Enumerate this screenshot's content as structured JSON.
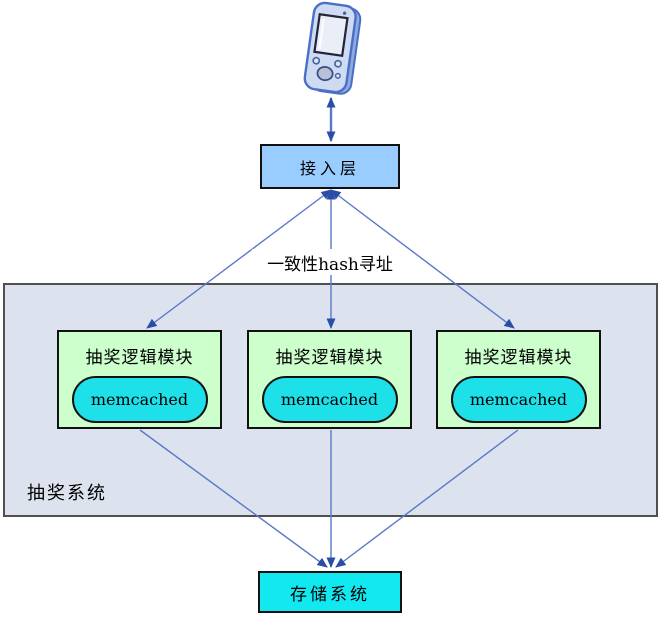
{
  "colors": {
    "access_fill": "#99ccff",
    "module_fill": "#ccffcc",
    "cache_fill": "#1ee0e9",
    "storage_fill": "#12e8f0",
    "container_fill": "#dde3ee",
    "container_border": "#4f4f4f",
    "box_border": "#111111",
    "arrow_stroke": "#5b78c8",
    "arrow_head": "#2a4da8",
    "device_blue": "#4a6fc8"
  },
  "client": {
    "icon": "pda-handheld-icon"
  },
  "access_layer": {
    "label": "接入层"
  },
  "routing_label": "一致性hash寻址",
  "lottery_system": {
    "label": "抽奖系统",
    "modules": [
      {
        "label": "抽奖逻辑模块",
        "cache": "memcached"
      },
      {
        "label": "抽奖逻辑模块",
        "cache": "memcached"
      },
      {
        "label": "抽奖逻辑模块",
        "cache": "memcached"
      }
    ]
  },
  "storage": {
    "label": "存储系统"
  },
  "connections": [
    {
      "from": "mobile-client",
      "to": "access-layer",
      "bidirectional": true
    },
    {
      "from": "access-layer",
      "to": "lottery-module-1",
      "bidirectional": true
    },
    {
      "from": "access-layer",
      "to": "lottery-module-2",
      "bidirectional": true
    },
    {
      "from": "access-layer",
      "to": "lottery-module-3",
      "bidirectional": true
    },
    {
      "from": "lottery-module-1",
      "to": "storage-system",
      "bidirectional": false
    },
    {
      "from": "lottery-module-2",
      "to": "storage-system",
      "bidirectional": false
    },
    {
      "from": "lottery-module-3",
      "to": "storage-system",
      "bidirectional": false
    }
  ]
}
